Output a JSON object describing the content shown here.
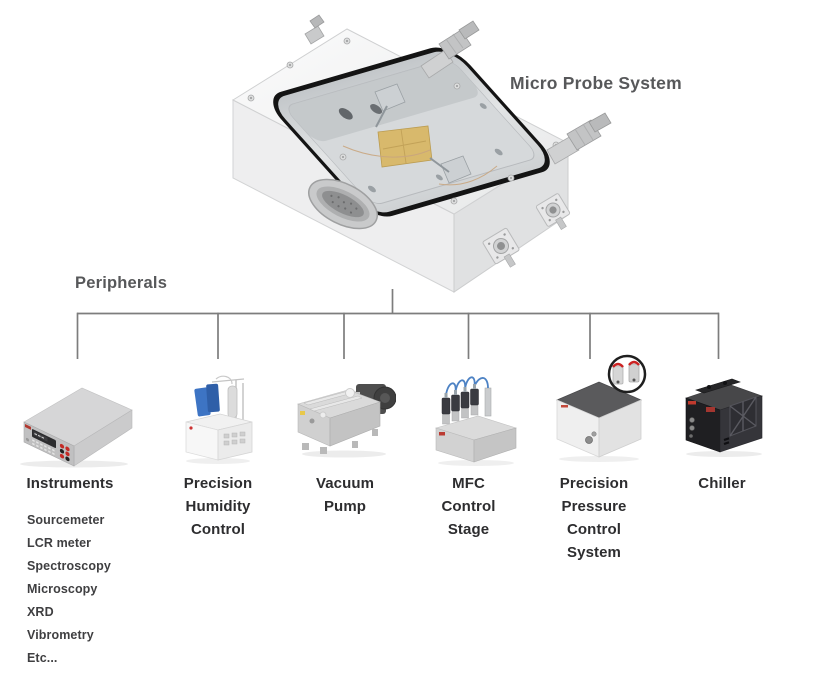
{
  "header": {
    "system_title": "Micro Probe System",
    "peripherals_label": "Peripherals"
  },
  "peripherals": [
    {
      "name": "Instruments",
      "icon": "sourcemeter-icon",
      "sub_items": [
        "Sourcemeter",
        "LCR meter",
        "Spectroscopy",
        "Microscopy",
        "XRD",
        "Vibrometry",
        "Etc..."
      ]
    },
    {
      "name": "Precision\nHumidity\nControl",
      "icon": "humidity-control-icon"
    },
    {
      "name": "Vacuum\nPump",
      "icon": "vacuum-pump-icon"
    },
    {
      "name": "MFC\nControl\nStage",
      "icon": "mfc-control-stage-icon"
    },
    {
      "name": "Precision\nPressure\nControl\nSystem",
      "icon": "pressure-control-icon"
    },
    {
      "name": "Chiller",
      "icon": "chiller-icon"
    }
  ],
  "colors": {
    "connector_line": "#7d7d7d",
    "title_text": "#57585a",
    "label_text": "#2d2d2f",
    "sublist_text": "#3f3f41",
    "oring_black": "#141414",
    "sample_gold": "#d8b96c",
    "accent_blue": "#3d74c4",
    "accent_red": "#c0392b",
    "chiller_dark": "#1f1f22"
  }
}
